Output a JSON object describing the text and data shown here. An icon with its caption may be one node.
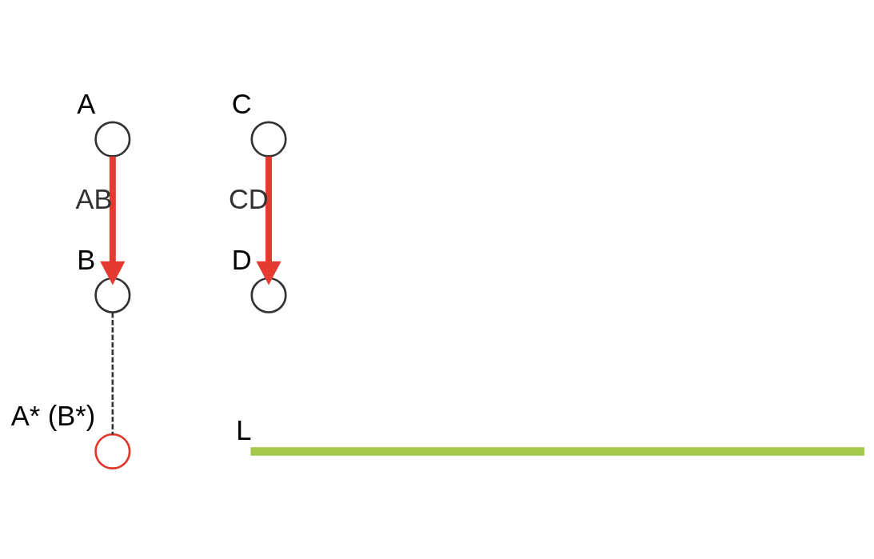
{
  "diagram": {
    "nodes": [
      {
        "text": [],
        "shape": "circle",
        "beside": [
          "A"
        ]
      },
      {
        "text": [],
        "shape": "circle",
        "beside": [
          "B"
        ]
      },
      {
        "text": [],
        "shape": "circle",
        "beside": [
          "A* (B*)"
        ]
      },
      {
        "text": [],
        "shape": "bar",
        "beside": [
          "L"
        ]
      },
      {
        "text": [],
        "shape": "circle",
        "beside": [
          "C"
        ]
      },
      {
        "text": [],
        "shape": "circle",
        "beside": [
          "D"
        ]
      }
    ],
    "edges": [
      {
        "from": 0,
        "to": 1,
        "arrow": "to",
        "label": "AB"
      },
      {
        "from": 1,
        "to": 2,
        "arrow": "none",
        "style": "dashed",
        "color": "#333333"
      },
      {
        "from": 4,
        "to": 5,
        "arrow": "to",
        "label": "CD"
      }
    ]
  }
}
